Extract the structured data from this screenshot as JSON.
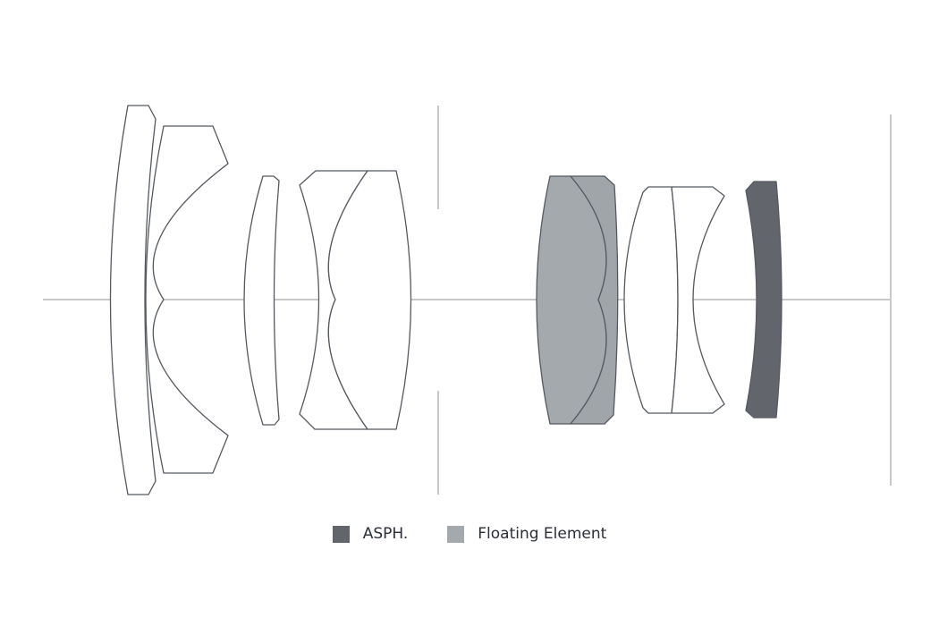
{
  "legend": {
    "items": [
      {
        "label": "ASPH.",
        "color": "#62666c"
      },
      {
        "label": "Floating Element",
        "color": "#a4a9ae"
      }
    ]
  },
  "colors": {
    "outline": "#555a60",
    "axis": "#c8c8c8",
    "aspherical_fill": "#62666c",
    "floating_fill": "#a4a9ae",
    "floating_fill_rear": "#a0a5aa",
    "background": "#ffffff"
  },
  "elements": [
    {
      "id": "element-1",
      "type": "clear"
    },
    {
      "id": "element-2",
      "type": "clear"
    },
    {
      "id": "element-3",
      "type": "clear"
    },
    {
      "id": "element-4a",
      "type": "clear"
    },
    {
      "id": "element-4b",
      "type": "clear"
    },
    {
      "id": "element-5a",
      "type": "floating"
    },
    {
      "id": "element-5b",
      "type": "floating"
    },
    {
      "id": "element-6a",
      "type": "clear"
    },
    {
      "id": "element-6b",
      "type": "clear"
    },
    {
      "id": "element-7",
      "type": "aspherical"
    }
  ]
}
